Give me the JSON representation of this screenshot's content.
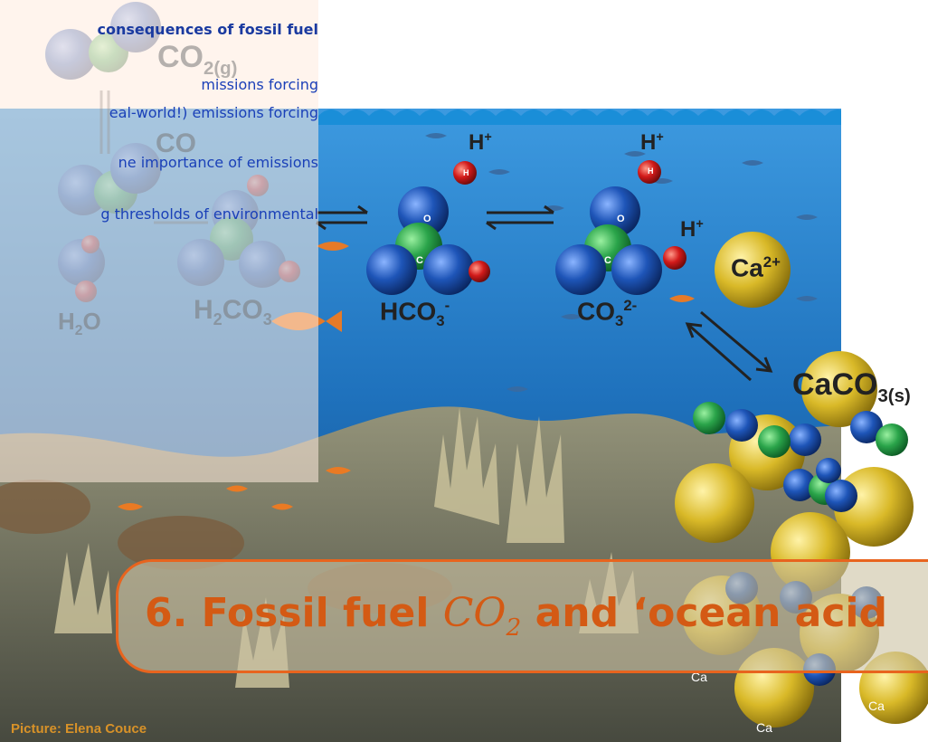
{
  "slide": {
    "bullets": [
      "consequences of fossil fuel",
      "missions forcing",
      "eal-world!) emissions forcing",
      "ne importance of emissions",
      "g thresholds of environmental"
    ],
    "title_prefix": "6. Fossil fuel ",
    "title_math": "CO",
    "title_math_sub": "2",
    "title_suffix": " and ‘ocean acid",
    "credit": "Picture: Elena Couce"
  },
  "illustration": {
    "labels": {
      "co2g": "CO",
      "co2g_sub": "2(g)",
      "co2aq": "CO",
      "h2co3_h": "H",
      "h2co3_2": "2",
      "h2co3_co": "CO",
      "h2co3_3": "3",
      "h2o_h": "H",
      "h2o_2": "2",
      "h2o_o": "O",
      "hco3": "HCO",
      "hco3_sub": "3",
      "hco3_sup": "-",
      "co3": "CO",
      "co3_sub": "3",
      "co3_sup": "2-",
      "h_plus_1": "H",
      "h_plus_2": "H",
      "h_plus_3": "H",
      "plus": "+",
      "ca": "Ca",
      "ca_sup": "2+",
      "caco3": "CaCO",
      "caco3_sub": "3(s)",
      "ca_small": "Ca",
      "atom_o": "O",
      "atom_c": "C",
      "atom_h": "H"
    }
  },
  "colors": {
    "accent": "#e8641e",
    "bullet_text": "#1a40b8",
    "water": "#2a7fc8",
    "calcium": "#d9b928"
  }
}
